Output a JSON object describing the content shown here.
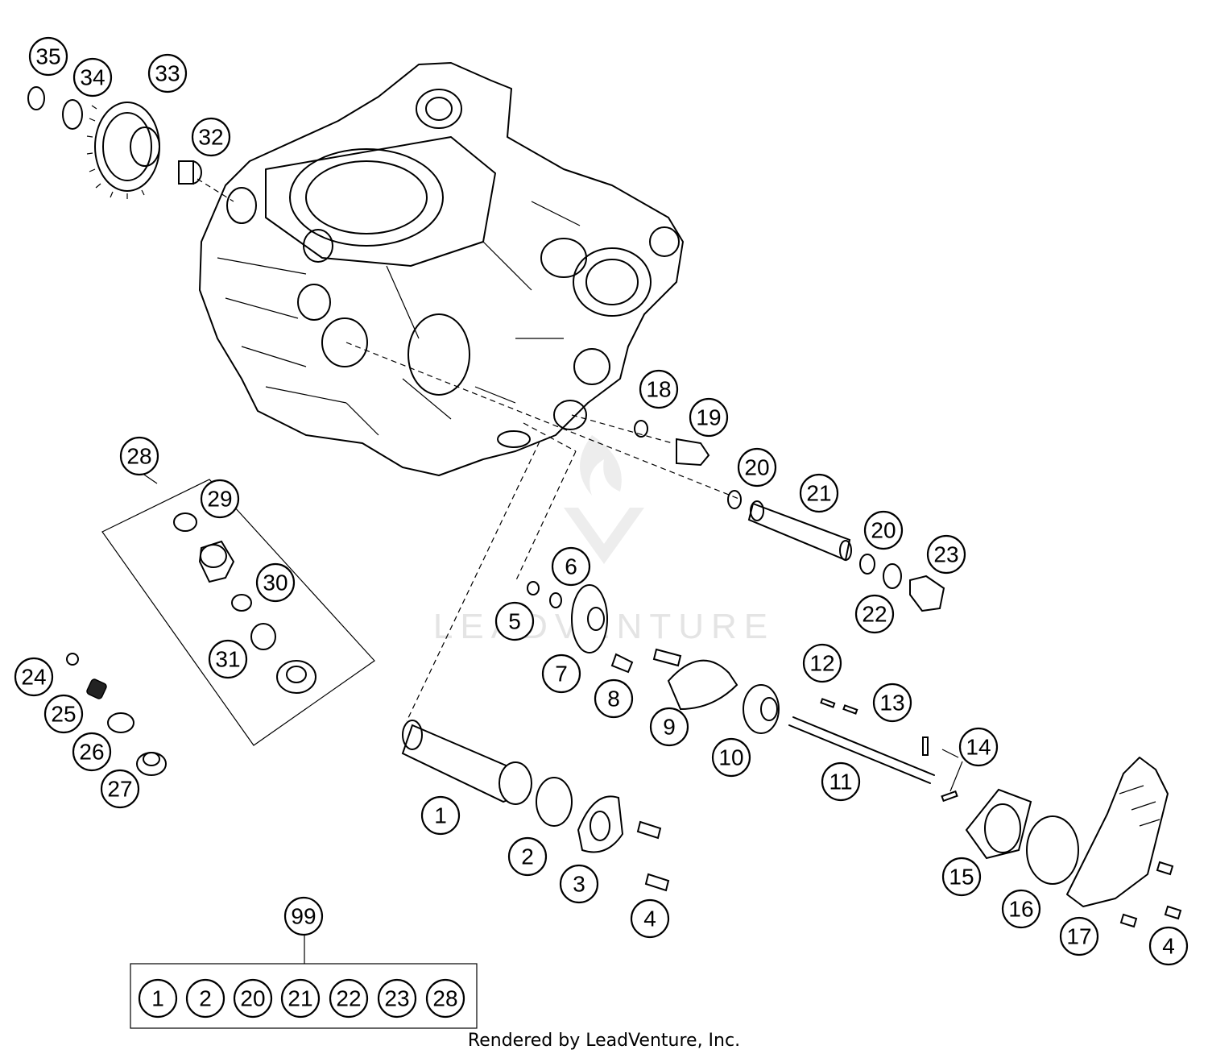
{
  "watermark": "LEADVENTURE",
  "footer": "Rendered by LeadVenture, Inc.",
  "callouts": [
    {
      "label": "35"
    },
    {
      "label": "34"
    },
    {
      "label": "33"
    },
    {
      "label": "32"
    },
    {
      "label": "28"
    },
    {
      "label": "29"
    },
    {
      "label": "30"
    },
    {
      "label": "31"
    },
    {
      "label": "24"
    },
    {
      "label": "25"
    },
    {
      "label": "26"
    },
    {
      "label": "27"
    },
    {
      "label": "18"
    },
    {
      "label": "19"
    },
    {
      "label": "20"
    },
    {
      "label": "21"
    },
    {
      "label": "20"
    },
    {
      "label": "23"
    },
    {
      "label": "22"
    },
    {
      "label": "6"
    },
    {
      "label": "5"
    },
    {
      "label": "7"
    },
    {
      "label": "8"
    },
    {
      "label": "9"
    },
    {
      "label": "10"
    },
    {
      "label": "12"
    },
    {
      "label": "13"
    },
    {
      "label": "11"
    },
    {
      "label": "14"
    },
    {
      "label": "1"
    },
    {
      "label": "2"
    },
    {
      "label": "3"
    },
    {
      "label": "4"
    },
    {
      "label": "15"
    },
    {
      "label": "16"
    },
    {
      "label": "17"
    },
    {
      "label": "4"
    },
    {
      "label": "99"
    }
  ],
  "kit_99_contents": [
    "1",
    "2",
    "20",
    "21",
    "22",
    "23",
    "28"
  ]
}
